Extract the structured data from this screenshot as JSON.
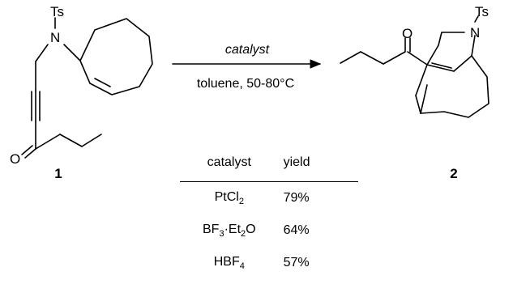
{
  "scheme": {
    "reagent_label": "catalyst",
    "conditions": "toluene, 50-80°C",
    "starting_material": {
      "number": "1",
      "protecting_group": "Ts",
      "heteroatom_n": "N",
      "heteroatom_o": "O"
    },
    "product": {
      "number": "2",
      "protecting_group": "Ts",
      "heteroatom_n": "N",
      "heteroatom_o": "O"
    }
  },
  "table": {
    "headers": [
      "catalyst",
      "yield"
    ],
    "rows": [
      {
        "catalyst": "PtCl₂",
        "catalyst_main": "PtCl",
        "catalyst_sub": "2",
        "catalyst_tail": "",
        "yield": "79%"
      },
      {
        "catalyst": "BF₃·Et₂O",
        "catalyst_main": "BF",
        "catalyst_sub": "3",
        "catalyst_tail": "·Et",
        "catalyst_sub2": "2",
        "catalyst_tail2": "O",
        "yield": "64%"
      },
      {
        "catalyst": "HBF₄",
        "catalyst_main": "HBF",
        "catalyst_sub": "4",
        "catalyst_tail": "",
        "yield": "57%"
      }
    ]
  }
}
